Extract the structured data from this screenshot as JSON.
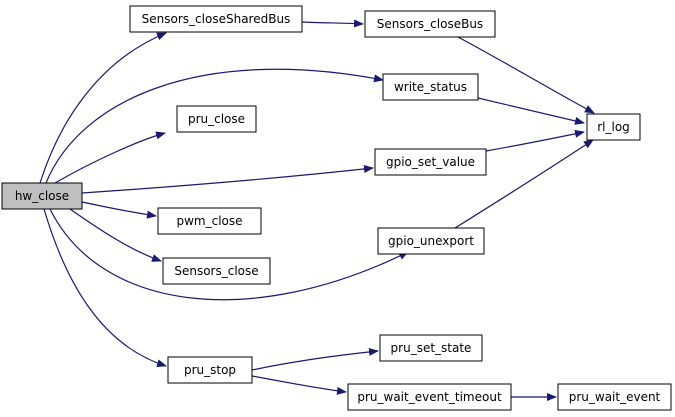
{
  "colors": {
    "edge": "#191970",
    "node_fill": "#ffffff",
    "root_fill": "#bfbfbf",
    "node_border": "#000000"
  },
  "nodes": [
    {
      "id": "hw_close",
      "label": "hw_close",
      "root": true
    },
    {
      "id": "Sensors_closeSharedBus",
      "label": "Sensors_closeSharedBus"
    },
    {
      "id": "Sensors_closeBus",
      "label": "Sensors_closeBus"
    },
    {
      "id": "write_status",
      "label": "write_status"
    },
    {
      "id": "pru_close",
      "label": "pru_close"
    },
    {
      "id": "gpio_set_value",
      "label": "gpio_set_value"
    },
    {
      "id": "rl_log",
      "label": "rl_log"
    },
    {
      "id": "pwm_close",
      "label": "pwm_close"
    },
    {
      "id": "gpio_unexport",
      "label": "gpio_unexport"
    },
    {
      "id": "Sensors_close",
      "label": "Sensors_close"
    },
    {
      "id": "pru_set_state",
      "label": "pru_set_state"
    },
    {
      "id": "pru_stop",
      "label": "pru_stop"
    },
    {
      "id": "pru_wait_event_timeout",
      "label": "pru_wait_event_timeout"
    },
    {
      "id": "pru_wait_event",
      "label": "pru_wait_event"
    }
  ],
  "edges": [
    {
      "from": "hw_close",
      "to": "Sensors_closeSharedBus"
    },
    {
      "from": "hw_close",
      "to": "write_status"
    },
    {
      "from": "hw_close",
      "to": "pru_close"
    },
    {
      "from": "hw_close",
      "to": "gpio_set_value"
    },
    {
      "from": "hw_close",
      "to": "pwm_close"
    },
    {
      "from": "hw_close",
      "to": "Sensors_close"
    },
    {
      "from": "hw_close",
      "to": "gpio_unexport"
    },
    {
      "from": "hw_close",
      "to": "pru_stop"
    },
    {
      "from": "Sensors_closeSharedBus",
      "to": "Sensors_closeBus"
    },
    {
      "from": "Sensors_closeBus",
      "to": "rl_log"
    },
    {
      "from": "write_status",
      "to": "rl_log"
    },
    {
      "from": "gpio_set_value",
      "to": "rl_log"
    },
    {
      "from": "gpio_unexport",
      "to": "rl_log"
    },
    {
      "from": "pru_stop",
      "to": "pru_set_state"
    },
    {
      "from": "pru_stop",
      "to": "pru_wait_event_timeout"
    },
    {
      "from": "pru_wait_event_timeout",
      "to": "pru_wait_event"
    }
  ]
}
